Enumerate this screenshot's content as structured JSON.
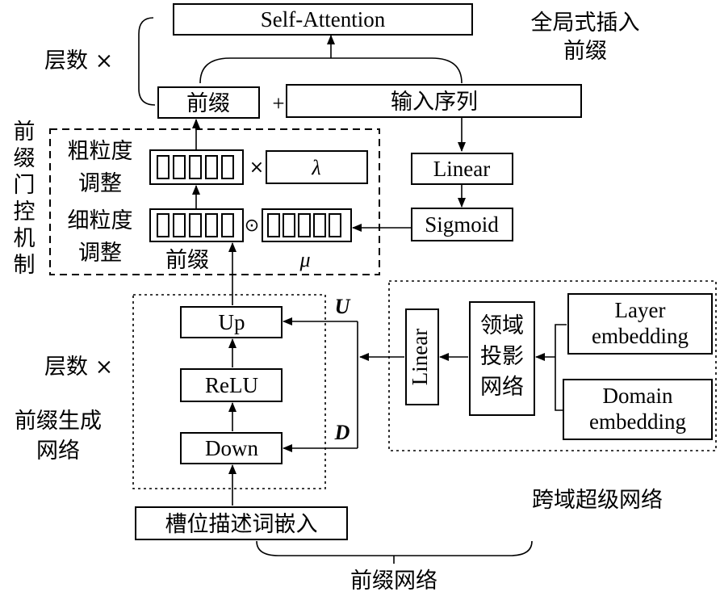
{
  "self_attention": "Self-Attention",
  "global_insert": [
    "全局式插入",
    "前缀"
  ],
  "layers_top": "层数 ×",
  "prefix_label": "前缀",
  "plus": "+",
  "input_seq": "输入序列",
  "gate_mechanism": [
    "前",
    "缀",
    "门",
    "控",
    "机",
    "制"
  ],
  "coarse": [
    "粗粒度",
    "调整"
  ],
  "times": "×",
  "lambda": "λ",
  "linear": "Linear",
  "fine": [
    "细粒度",
    "调整"
  ],
  "hadamard": "⊙",
  "sigmoid": "Sigmoid",
  "prefix_under": "前缀",
  "mu": "μ",
  "up": "Up",
  "relu": "ReLU",
  "down": "Down",
  "u_label": "U",
  "d_label": "D",
  "layers_bottom": "层数 ×",
  "prefix_gen": [
    "前缀生成",
    "网络"
  ],
  "linear_vertical": "Linear",
  "domain_proj": [
    "领域",
    "投影",
    "网络"
  ],
  "layer_emb": [
    "Layer",
    "embedding"
  ],
  "domain_emb": [
    "Domain",
    "embedding"
  ],
  "cross_domain": "跨域超级网络",
  "slot_embed": "槽位描述词嵌入",
  "prefix_network": "前缀网络"
}
